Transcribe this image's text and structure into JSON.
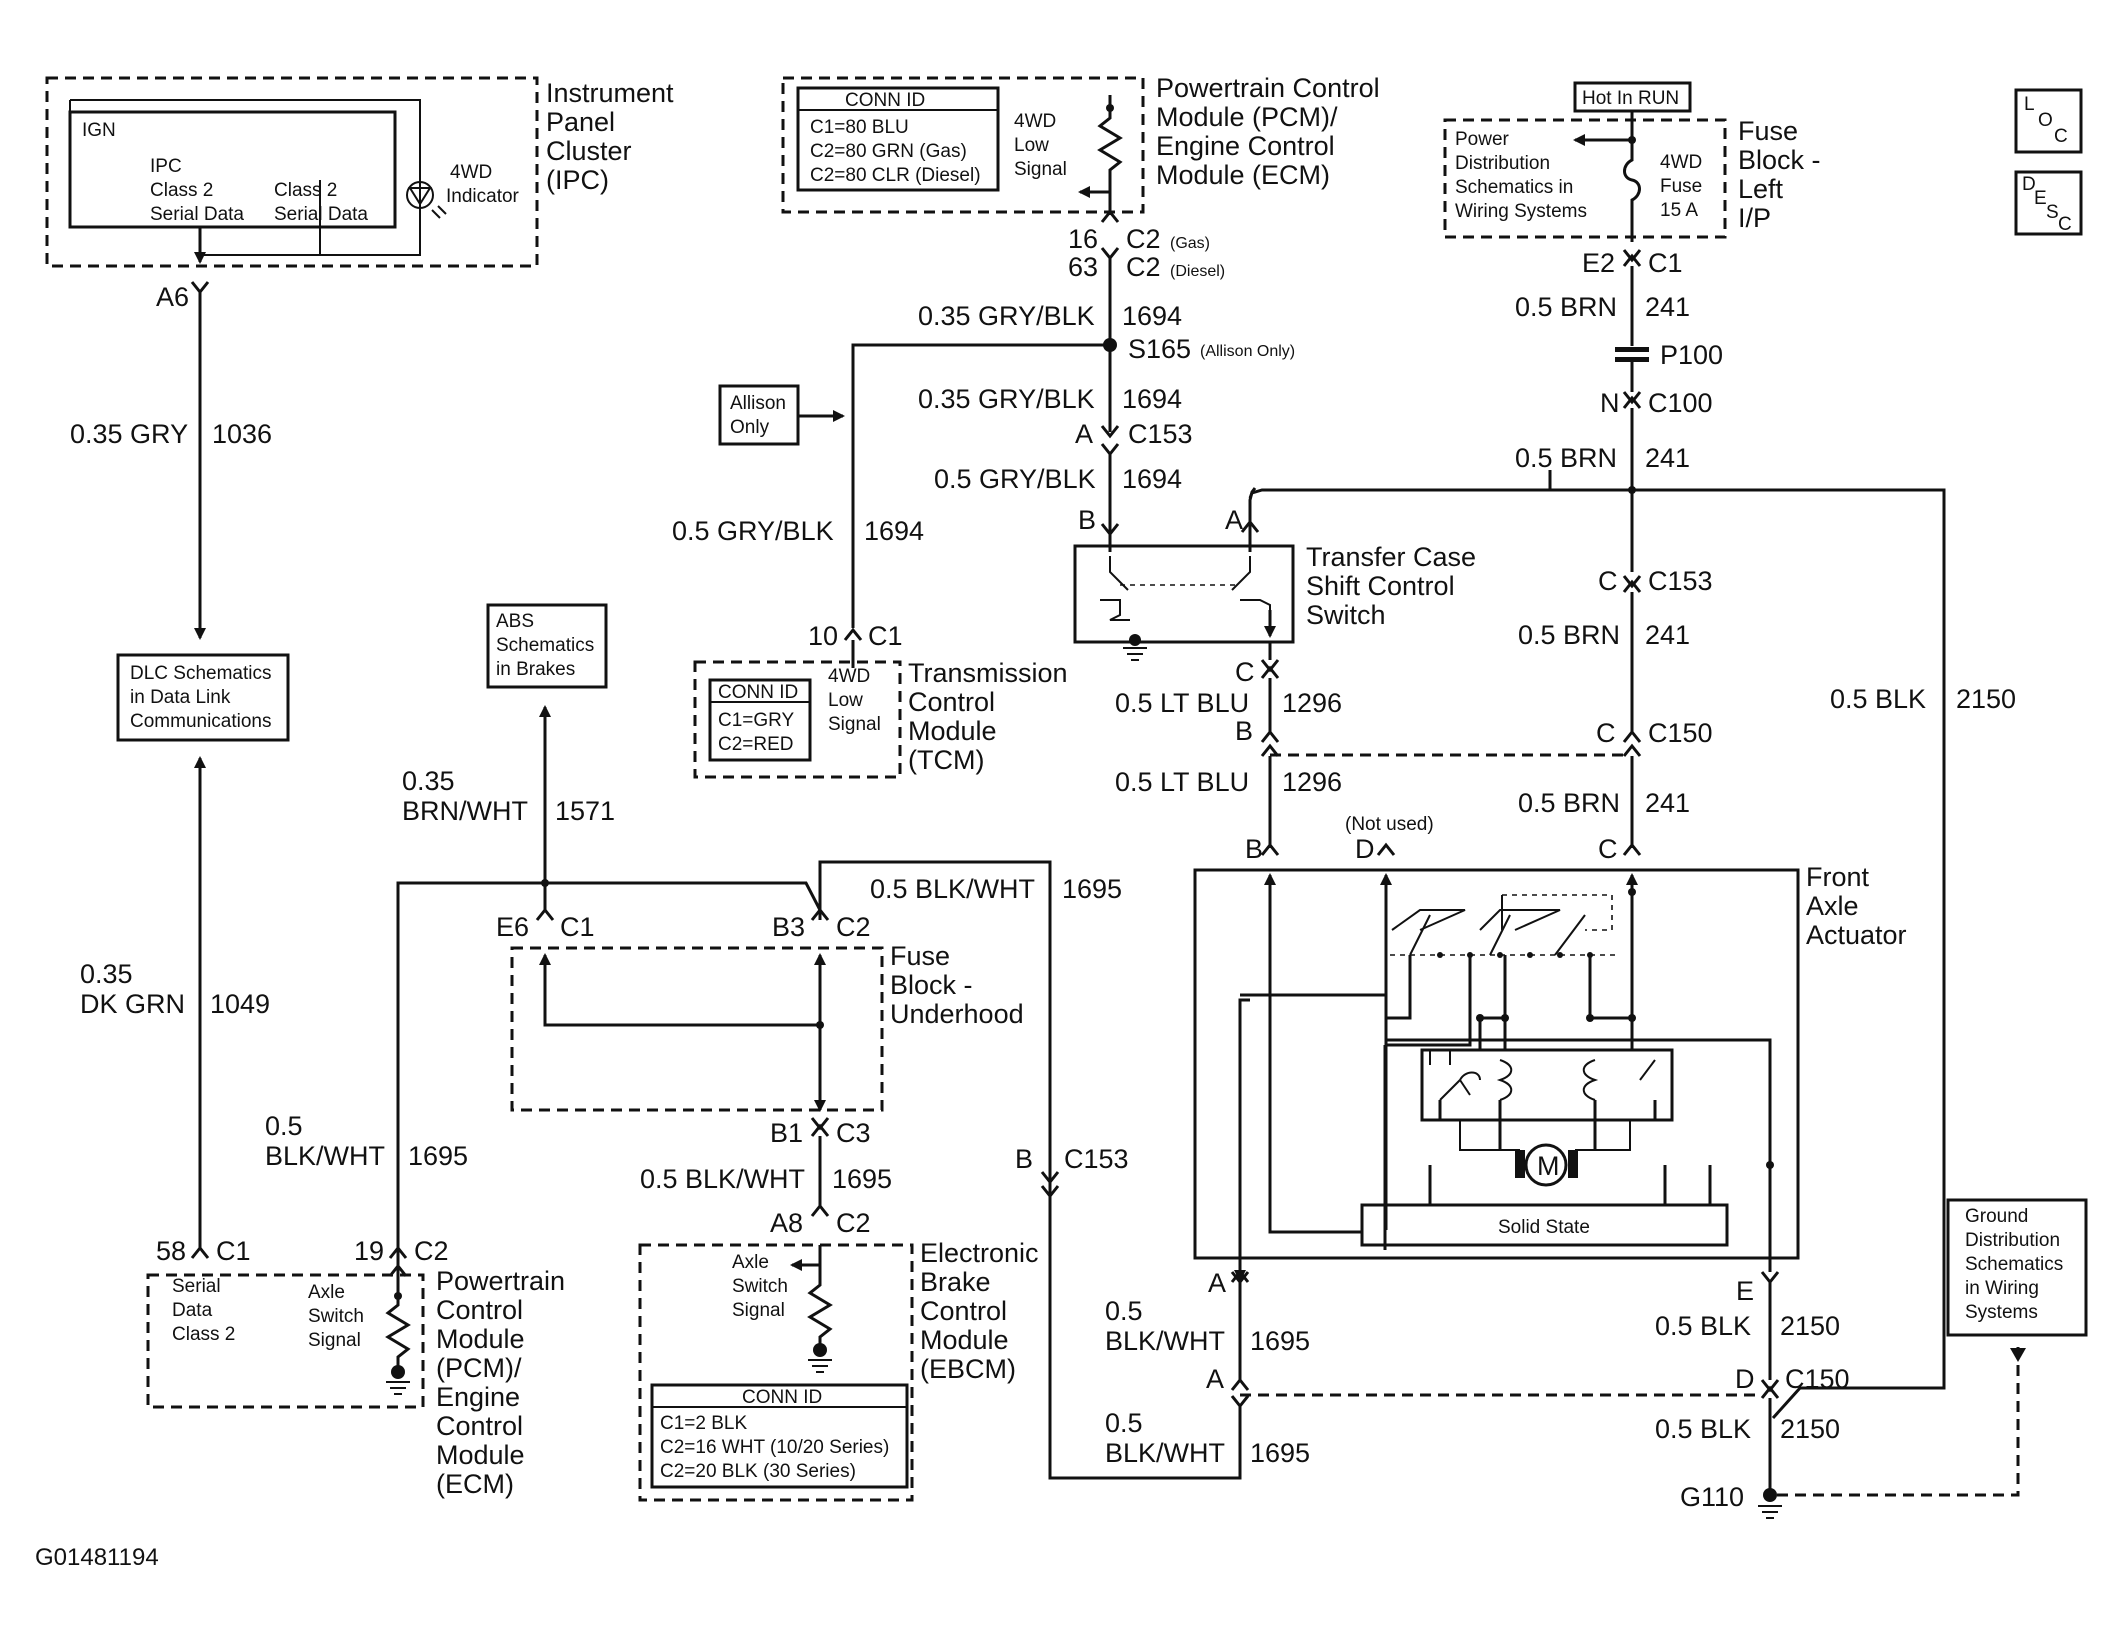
{
  "page": {
    "diagram_id": "G01481194"
  },
  "labels": {
    "ipc_title": [
      "Instrument",
      "Panel",
      "Cluster",
      "(IPC)"
    ],
    "ipc_ign": "IGN",
    "ipc_inner": [
      "IPC",
      "Class 2",
      "Serial Data"
    ],
    "ipc_inner2": [
      "Class 2",
      "Serial Data"
    ],
    "ipc_indicator": [
      "4WD",
      "Indicator"
    ],
    "a6": "A6",
    "w_gry": [
      "0.35 GRY",
      "1036"
    ],
    "dlc": [
      "DLC Schematics",
      "in Data Link",
      "Communications"
    ],
    "w_dkgrn": [
      "0.35",
      "DK GRN",
      "1049"
    ],
    "pcm_top_conn": {
      "title": "CONN ID",
      "rows": [
        "C1=80 BLU",
        "C2=80 GRN (Gas)",
        "C2=80 CLR (Diesel)"
      ]
    },
    "pcm_top_signal": [
      "4WD",
      "Low",
      "Signal"
    ],
    "pcm_top_title": [
      "Powertrain Control",
      "Module (PCM)/",
      "Engine Control",
      "Module (ECM)"
    ],
    "c2_pins": [
      "16",
      "63"
    ],
    "c2_labels": [
      "C2",
      "C2"
    ],
    "c2_sub": [
      "(Gas)",
      "(Diesel)"
    ],
    "w_grybk1": [
      "0.35 GRY/BLK",
      "1694"
    ],
    "s165": "S165",
    "s165_sub": "(Allison Only)",
    "allison": [
      "Allison",
      "Only"
    ],
    "w_grybk2": [
      "0.35 GRY/BLK",
      "1694"
    ],
    "a_c153": [
      "A",
      "C153"
    ],
    "w_grybk3": [
      "0.5 GRY/BLK",
      "1694"
    ],
    "w_grybk4": [
      "0.5 GRY/BLK",
      "1694"
    ],
    "tcm_pin": [
      "10",
      "C1"
    ],
    "tcm_conn": {
      "title": "CONN ID",
      "rows": [
        "C1=GRY",
        "C2=RED"
      ]
    },
    "tcm_signal": [
      "4WD",
      "Low",
      "Signal"
    ],
    "tcm_title": [
      "Transmission",
      "Control",
      "Module",
      "(TCM)"
    ],
    "abs": [
      "ABS",
      "Schematics",
      "in Brakes"
    ],
    "w_brnwht": [
      "0.35",
      "BRN/WHT",
      "1571"
    ],
    "fuse_uh_pins": [
      "E6",
      "C1",
      "B3",
      "C2"
    ],
    "fuse_uh_title": [
      "Fuse",
      "Block -",
      "Underhood"
    ],
    "w_blkwht_top": [
      "0.5 BLK/WHT",
      "1695"
    ],
    "b1c3": [
      "B1",
      "C3"
    ],
    "w_blkwht_mid": [
      "0.5 BLK/WHT",
      "1695"
    ],
    "a8c2": [
      "A8",
      "C2"
    ],
    "ebcm_signal": [
      "Axle",
      "Switch",
      "Signal"
    ],
    "ebcm_conn": {
      "title": "CONN ID",
      "rows": [
        "C1=2 BLK",
        "C2=16 WHT (10/20 Series)",
        "C2=20 BLK (30 Series)"
      ]
    },
    "ebcm_title": [
      "Electronic",
      "Brake",
      "Control",
      "Module",
      "(EBCM)"
    ],
    "w_blkwht_left": [
      "0.5",
      "BLK/WHT",
      "1695"
    ],
    "pcm_bot_pins": [
      "58",
      "C1",
      "19",
      "C2"
    ],
    "pcm_bot_inner": [
      "Serial",
      "Data",
      "Class 2"
    ],
    "pcm_bot_signal": [
      "Axle",
      "Switch",
      "Signal"
    ],
    "pcm_bot_title": [
      "Powertrain",
      "Control",
      "Module",
      "(PCM)/",
      "Engine",
      "Control",
      "Module",
      "(ECM)"
    ],
    "b_c153": [
      "B",
      "C153"
    ],
    "tcs_pins": [
      "B",
      "A"
    ],
    "tcs_title": [
      "Transfer Case",
      "Shift Control",
      "Switch"
    ],
    "tcs_c": "C",
    "w_ltblu1": [
      "0.5 LT BLU",
      "1296"
    ],
    "tcs_b": "B",
    "w_ltblu2": [
      "0.5 LT BLU",
      "1296"
    ],
    "faa_pins": [
      "B",
      "D",
      "C"
    ],
    "not_used": "(Not used)",
    "faa_title": [
      "Front",
      "Axle",
      "Actuator"
    ],
    "motor": "M",
    "solid_state": "Solid State",
    "hot_run": "Hot In RUN",
    "power_dist": [
      "Power",
      "Distribution",
      "Schematics in",
      "Wiring Systems"
    ],
    "fuse_4wd": [
      "4WD",
      "Fuse",
      "15 A"
    ],
    "fuse_lip_title": [
      "Fuse",
      "Block -",
      "Left",
      "I/P"
    ],
    "e2c1": [
      "E2",
      "C1"
    ],
    "w_brn1": [
      "0.5 BRN",
      "241"
    ],
    "p100": "P100",
    "nc100": [
      "N",
      "C100"
    ],
    "w_brn2": [
      "0.5 BRN",
      "241"
    ],
    "c_c153": [
      "C",
      "C153"
    ],
    "w_brn3": [
      "0.5 BRN",
      "241"
    ],
    "c_c150": [
      "C",
      "C150"
    ],
    "w_brn4": [
      "0.5 BRN",
      "241"
    ],
    "w_blk_long": [
      "0.5 BLK",
      "2150"
    ],
    "faa_a": "A",
    "w_blkwht_a1": [
      "0.5",
      "BLK/WHT",
      "1695"
    ],
    "a_c150": "A",
    "w_blkwht_a2": [
      "0.5",
      "BLK/WHT",
      "1695"
    ],
    "faa_e": "E",
    "w_blk1": [
      "0.5 BLK",
      "2150"
    ],
    "dc150": [
      "D",
      "C150"
    ],
    "w_blk2": [
      "0.5 BLK",
      "2150"
    ],
    "g110": "G110",
    "ground": [
      "Ground",
      "Distribution",
      "Schematics",
      "in Wiring",
      "Systems"
    ],
    "loc": [
      "L",
      "O",
      "C"
    ],
    "desc": [
      "D",
      "E",
      "S",
      "C"
    ]
  }
}
